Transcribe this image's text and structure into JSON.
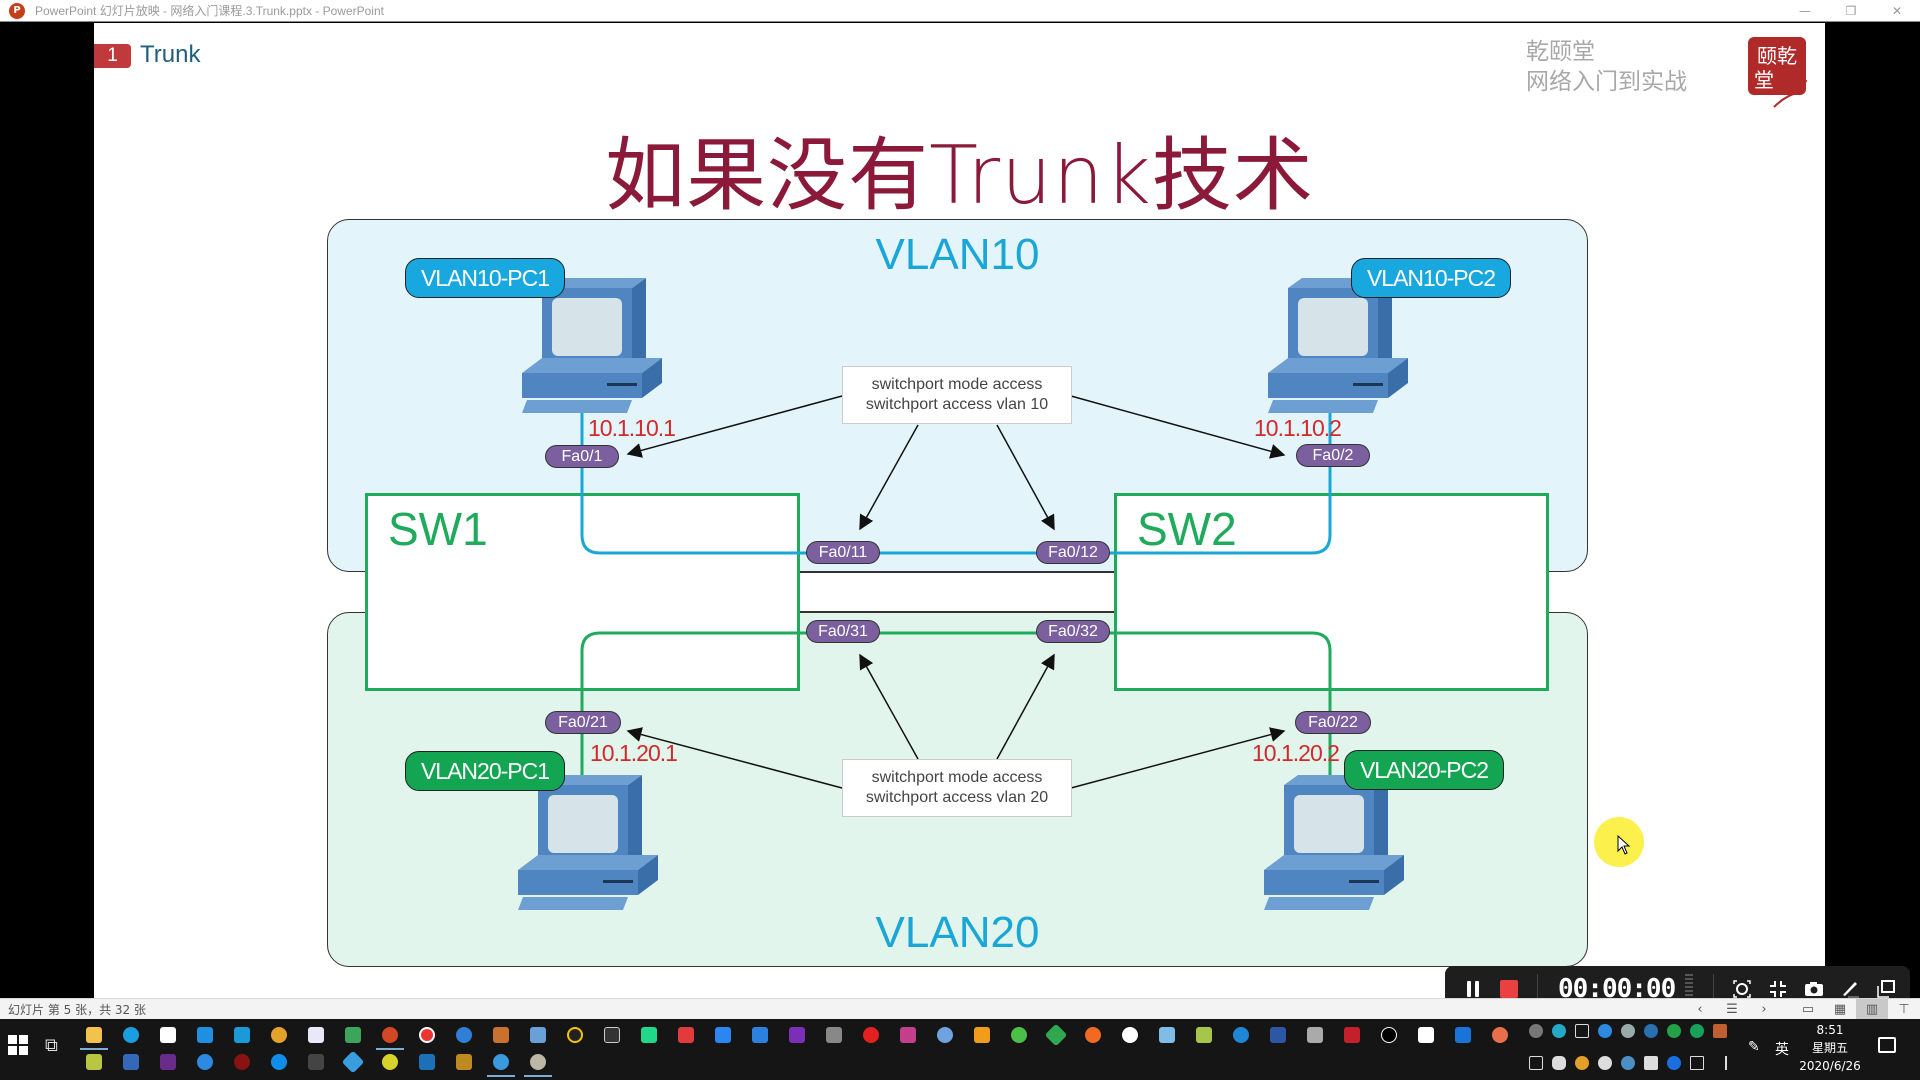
{
  "window": {
    "title": "PowerPoint 幻灯片放映  -  网络入门课程.3.Trunk.pptx - PowerPoint",
    "app_icon_letter": "P",
    "controls": {
      "minimize": "—",
      "restore": "❐",
      "close": "✕"
    }
  },
  "slide": {
    "section_number": "1",
    "section_title": "Trunk",
    "brand_line1": "乾颐堂",
    "brand_line2": "网络入门到实战",
    "seal_text": "颐乾堂",
    "title": "如果没有Trunk技术",
    "vlan10": {
      "label": "VLAN10",
      "pc1": {
        "label": "VLAN10-PC1",
        "ip": "10.1.10.1",
        "port": "Fa0/1"
      },
      "pc2": {
        "label": "VLAN10-PC2",
        "ip": "10.1.10.2",
        "port": "Fa0/2"
      },
      "commands": [
        "switchport mode access",
        "switchport access vlan 10"
      ],
      "sw1_uplink": "Fa0/11",
      "sw2_uplink": "Fa0/12"
    },
    "vlan20": {
      "label": "VLAN20",
      "pc1": {
        "label": "VLAN20-PC1",
        "ip": "10.1.20.1",
        "port": "Fa0/21"
      },
      "pc2": {
        "label": "VLAN20-PC2",
        "ip": "10.1.20.2",
        "port": "Fa0/22"
      },
      "commands": [
        "switchport mode access",
        "switchport access vlan 20"
      ],
      "sw1_uplink": "Fa0/31",
      "sw2_uplink": "Fa0/32"
    },
    "switches": {
      "sw1": "SW1",
      "sw2": "SW2"
    },
    "colors": {
      "title": "#8b1a3a",
      "vlan10_link": "#1aa6d6",
      "vlan20_link": "#1faa5c",
      "port_badge": "#7b5f9e",
      "ip_text": "#d22a2a"
    }
  },
  "recorder": {
    "timer": "00:00:00",
    "buttons": [
      "pause",
      "stop",
      "screenshot-region",
      "exit-fullscreen",
      "camera",
      "pen",
      "window"
    ]
  },
  "statusbar": {
    "slide_info": "幻灯片 第 5 张，共 32 张",
    "nav": {
      "prev": "‹",
      "next": "›"
    }
  },
  "taskbar": {
    "time": "8:51",
    "weekday": "星期五",
    "date": "2020/6/26",
    "ime": "英"
  }
}
